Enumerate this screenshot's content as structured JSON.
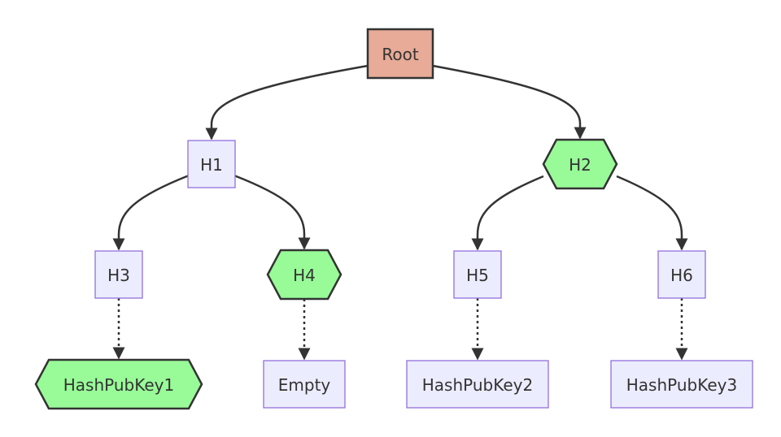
{
  "colors": {
    "root_fill": "#e8ab97",
    "root_stroke": "#333333",
    "default_fill": "#ececff",
    "default_stroke": "#9370db",
    "highlight_fill": "#98fb98",
    "highlight_stroke": "#333333",
    "edge": "#333333"
  },
  "nodes": {
    "root": {
      "label": "Root",
      "shape": "rect",
      "style": "root"
    },
    "h1": {
      "label": "H1",
      "shape": "rect",
      "style": "default"
    },
    "h2": {
      "label": "H2",
      "shape": "hexagon",
      "style": "highlight"
    },
    "h3": {
      "label": "H3",
      "shape": "rect",
      "style": "default"
    },
    "h4": {
      "label": "H4",
      "shape": "hexagon",
      "style": "highlight"
    },
    "h5": {
      "label": "H5",
      "shape": "rect",
      "style": "default"
    },
    "h6": {
      "label": "H6",
      "shape": "rect",
      "style": "default"
    },
    "hashpubkey1": {
      "label": "HashPubKey1",
      "shape": "hexagon",
      "style": "highlight"
    },
    "empty": {
      "label": "Empty",
      "shape": "rect",
      "style": "default"
    },
    "hashpubkey2": {
      "label": "HashPubKey2",
      "shape": "rect",
      "style": "default"
    },
    "hashpubkey3": {
      "label": "HashPubKey3",
      "shape": "rect",
      "style": "default"
    }
  },
  "edges": [
    {
      "from": "root",
      "to": "h1",
      "style": "solid"
    },
    {
      "from": "root",
      "to": "h2",
      "style": "solid"
    },
    {
      "from": "h1",
      "to": "h3",
      "style": "solid"
    },
    {
      "from": "h1",
      "to": "h4",
      "style": "solid"
    },
    {
      "from": "h2",
      "to": "h5",
      "style": "solid"
    },
    {
      "from": "h2",
      "to": "h6",
      "style": "solid"
    },
    {
      "from": "h3",
      "to": "hashpubkey1",
      "style": "dotted"
    },
    {
      "from": "h4",
      "to": "empty",
      "style": "dotted"
    },
    {
      "from": "h5",
      "to": "hashpubkey2",
      "style": "dotted"
    },
    {
      "from": "h6",
      "to": "hashpubkey3",
      "style": "dotted"
    }
  ]
}
